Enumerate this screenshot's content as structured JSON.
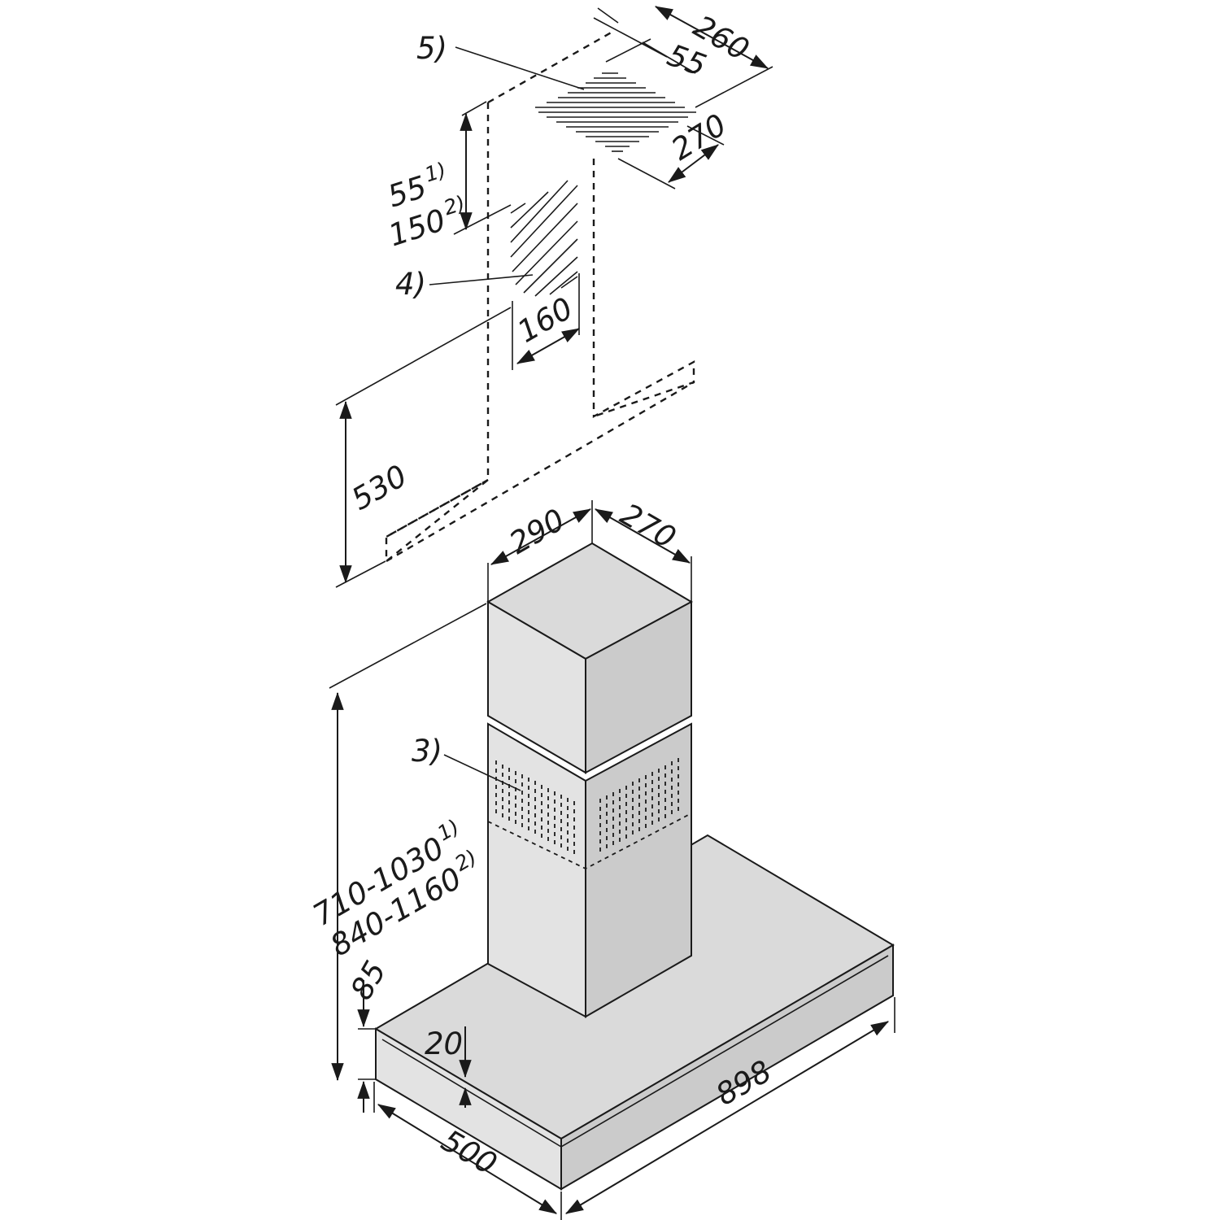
{
  "labels": {
    "ref_5": "5)",
    "ref_4": "4)",
    "ref_3": "3)"
  },
  "dimensions": {
    "top_cover_depth": "260",
    "top_cover_offset": "55",
    "top_cover_width": "270",
    "ceiling_gap_a": "55",
    "ceiling_gap_a_note": "1)",
    "ceiling_gap_b": "150",
    "ceiling_gap_b_note": "2)",
    "opening_width": "160",
    "opening_height": "530",
    "chimney_width": "290",
    "chimney_depth": "270",
    "total_height_a": "710-1030",
    "total_height_a_note": "1)",
    "total_height_b": "840-1160",
    "total_height_b_note": "2)",
    "canopy_height": "85",
    "canopy_edge": "20",
    "canopy_depth": "500",
    "canopy_width": "898"
  }
}
